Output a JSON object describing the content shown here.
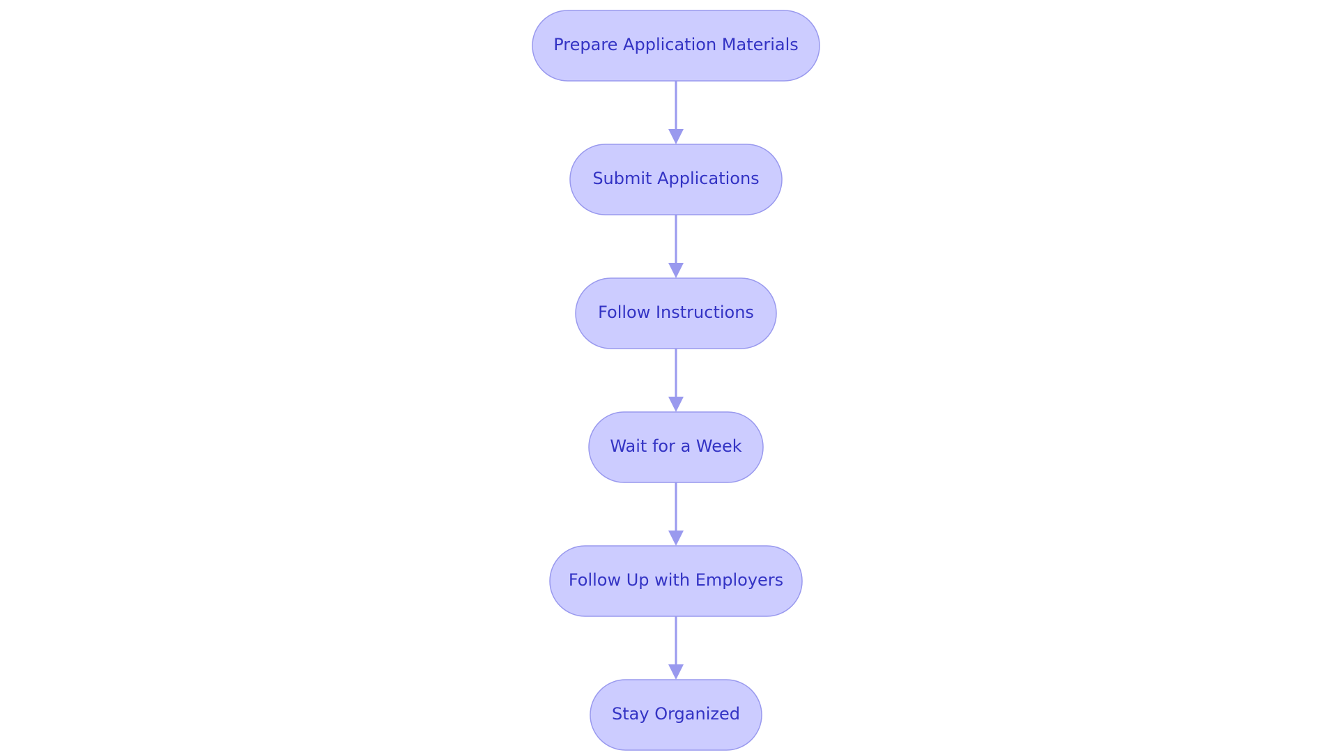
{
  "diagram": {
    "type": "flowchart",
    "direction": "top-to-bottom",
    "colors": {
      "node_fill": "#ccccff",
      "node_border": "#9999ee",
      "node_text": "#3333c4",
      "edge": "#9999ee",
      "background": "#ffffff"
    },
    "nodes": [
      {
        "id": "prepare",
        "label": "Prepare Application Materials"
      },
      {
        "id": "submit",
        "label": "Submit Applications"
      },
      {
        "id": "follow-instructions",
        "label": "Follow Instructions"
      },
      {
        "id": "wait",
        "label": "Wait for a Week"
      },
      {
        "id": "follow-up",
        "label": "Follow Up with Employers"
      },
      {
        "id": "organized",
        "label": "Stay Organized"
      }
    ],
    "edges": [
      {
        "from": "prepare",
        "to": "submit"
      },
      {
        "from": "submit",
        "to": "follow-instructions"
      },
      {
        "from": "follow-instructions",
        "to": "wait"
      },
      {
        "from": "wait",
        "to": "follow-up"
      },
      {
        "from": "follow-up",
        "to": "organized"
      }
    ]
  }
}
